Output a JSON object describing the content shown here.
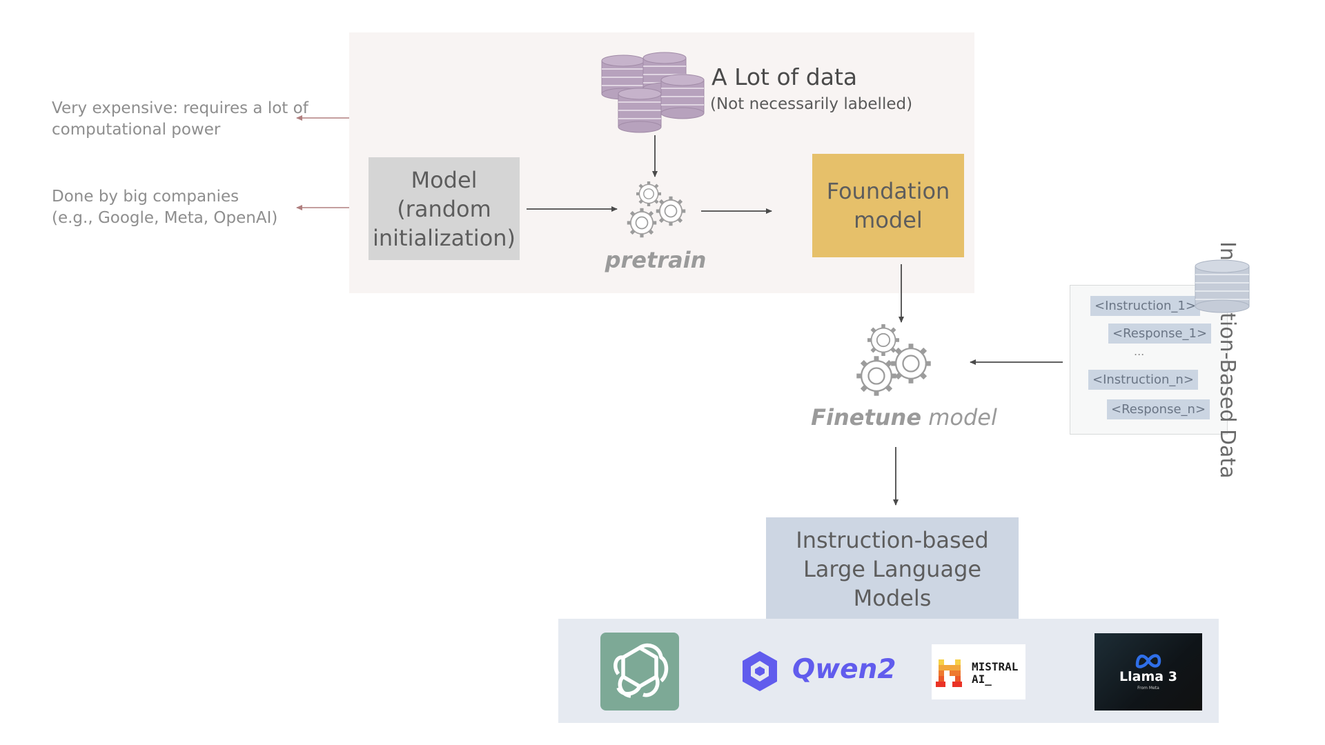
{
  "notes": {
    "cost": [
      "Very expensive: requires a lot of",
      "computational power"
    ],
    "who": [
      "Done by big companies",
      "(e.g., Google, Meta, OpenAI)"
    ]
  },
  "pretrain": {
    "model_box": [
      "Model",
      "(random",
      "initialization)"
    ],
    "data_title": "A Lot of data",
    "data_subtitle": "(Not necessarily labelled)",
    "step_label": "pretrain",
    "foundation_box": [
      "Foundation",
      "model"
    ]
  },
  "finetune": {
    "label_bold": "Finetune",
    "label_rest": " model"
  },
  "instruction_data": {
    "vertical_label": "Instruction-Based Data",
    "items": [
      "<Instruction_1>",
      "<Response_1>",
      "...",
      "<Instruction_n>",
      "<Response_n>"
    ]
  },
  "output": {
    "box": [
      "Instruction-based",
      "Large Language",
      "Models"
    ]
  },
  "logos": {
    "qwen": "Qwen2",
    "mistral": [
      "MISTRAL",
      "AI_"
    ],
    "llama_title": "Llama 3",
    "llama_sub": "From Meta"
  },
  "colors": {
    "panel": "#f8f4f3",
    "model_box": "#d5d5d5",
    "foundation_box": "#e6c06a",
    "llm_box": "#cdd6e3",
    "chip": "#cbd5e2",
    "note_arrow": "#b07f7f",
    "db_pretrain": "#b7a2bd",
    "db_instruction": "#c5ccd8",
    "qwen": "#615ced",
    "chatgpt": "#7da996"
  }
}
